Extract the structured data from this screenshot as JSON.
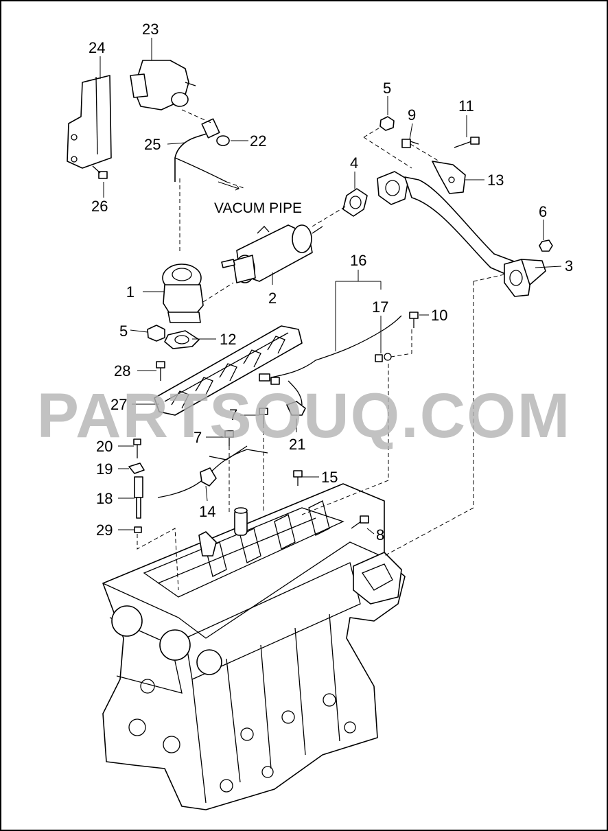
{
  "callouts": {
    "c1": "1",
    "c2": "2",
    "c3": "3",
    "c4": "4",
    "c5a": "5",
    "c5b": "5",
    "c6": "6",
    "c7a": "7",
    "c7b": "7",
    "c8": "8",
    "c9": "9",
    "c10": "10",
    "c11": "11",
    "c12": "12",
    "c13": "13",
    "c14": "14",
    "c15": "15",
    "c16": "16",
    "c17": "17",
    "c18": "18",
    "c19": "19",
    "c20": "20",
    "c21": "21",
    "c22": "22",
    "c23": "23",
    "c24": "24",
    "c25": "25",
    "c26": "26",
    "c27": "27",
    "c28": "28",
    "c29": "29"
  },
  "annotations": {
    "vacuum_pipe": "VACUM PIPE"
  },
  "watermark": "PARTSOUQ.COM"
}
